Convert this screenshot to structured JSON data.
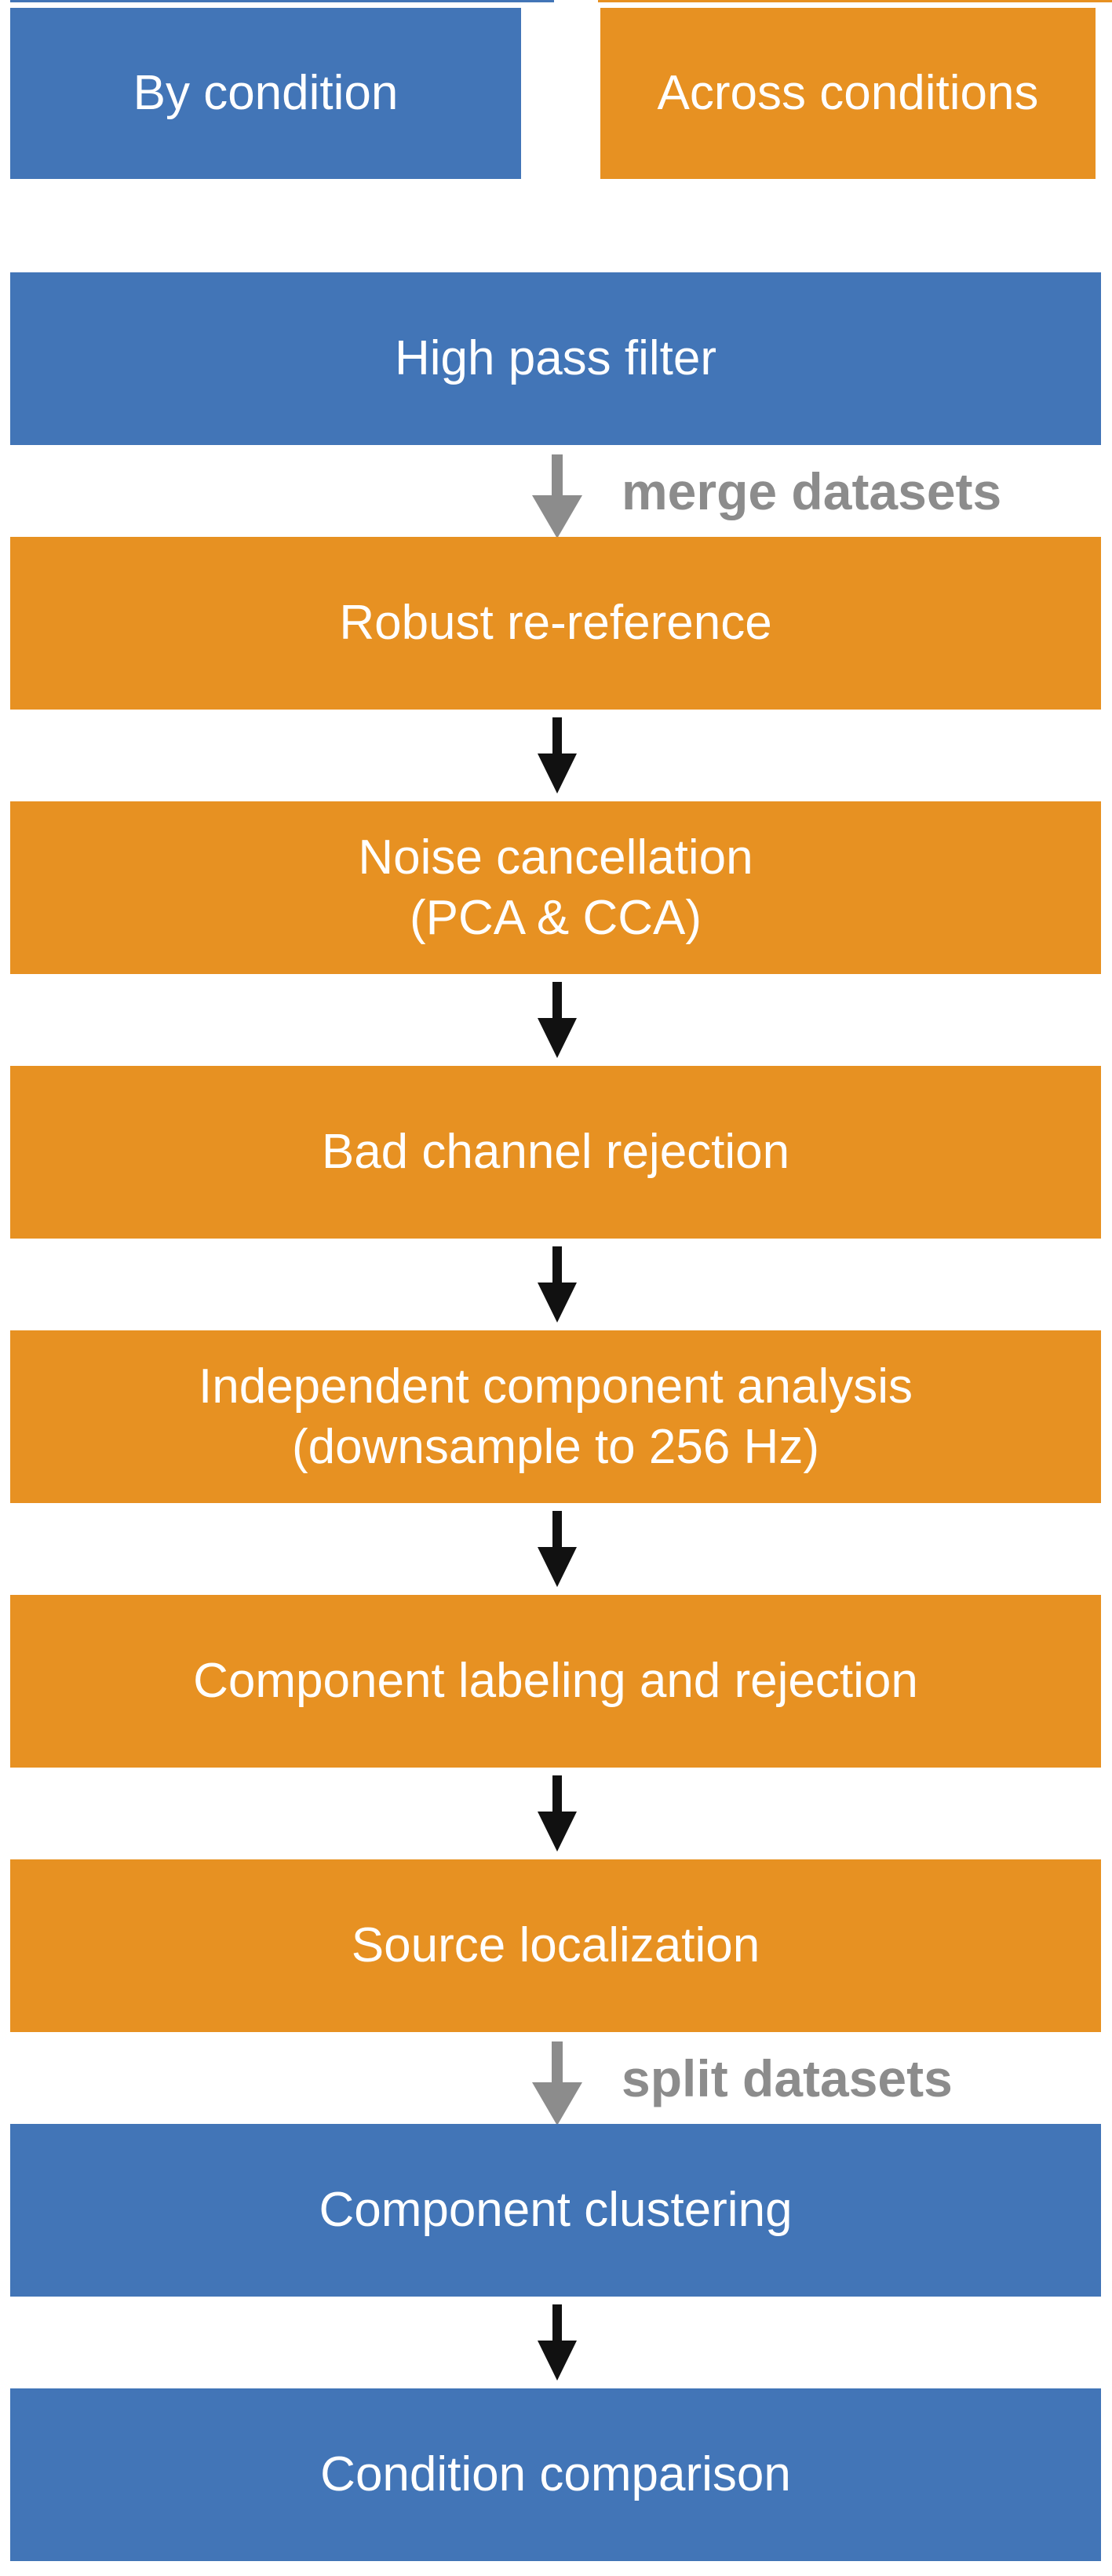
{
  "figure": {
    "description": "EEG preprocessing pipeline flowchart"
  },
  "legend": [
    {
      "label": "By condition",
      "color": "#4275B7"
    },
    {
      "label": "Across conditions",
      "color": "#E79122"
    }
  ],
  "steps": [
    {
      "label": "High pass filter",
      "phase": "by-condition"
    },
    {
      "label": "Robust re-reference",
      "phase": "across-conditions"
    },
    {
      "label": "Noise cancellation\n(PCA & CCA)",
      "phase": "across-conditions"
    },
    {
      "label": "Bad channel rejection",
      "phase": "across-conditions"
    },
    {
      "label": "Independent component analysis\n(downsample to 256 Hz)",
      "phase": "across-conditions"
    },
    {
      "label": "Component labeling and rejection",
      "phase": "across-conditions"
    },
    {
      "label": "Source localization",
      "phase": "across-conditions"
    },
    {
      "label": "Component clustering",
      "phase": "by-condition"
    },
    {
      "label": "Condition comparison",
      "phase": "by-condition"
    }
  ],
  "connectors": [
    {
      "style": "gray",
      "label": "merge datasets"
    },
    {
      "style": "black",
      "label": ""
    },
    {
      "style": "black",
      "label": ""
    },
    {
      "style": "black",
      "label": ""
    },
    {
      "style": "black",
      "label": ""
    },
    {
      "style": "black",
      "label": ""
    },
    {
      "style": "gray",
      "label": "split datasets"
    },
    {
      "style": "black",
      "label": ""
    }
  ],
  "colors": {
    "by_condition_blue": "#4275B7",
    "across_conditions_orange": "#E79122",
    "connector_black": "#111111",
    "connector_gray": "#8C8C8C",
    "box_text": "#FFFFFF",
    "background": "#FFFFFF"
  }
}
